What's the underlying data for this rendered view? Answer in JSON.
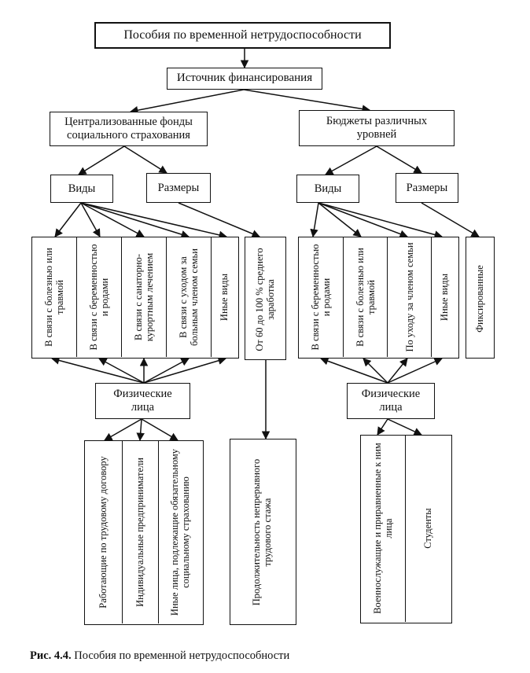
{
  "title": "Пособия по временной нетрудоспособности",
  "source": "Источник финансирования",
  "left_branch": {
    "header": "Централизованные фонды социального страхования",
    "types_label": "Виды",
    "sizes_label": "Размеры",
    "types": [
      "В связи с болезнью или травмой",
      "В связи с беременностью и родами",
      "В связи с санаторно-курортным лечением",
      "В связи с уходом за больным членом семьи",
      "Иные виды"
    ],
    "size_value": "От 60 до 100 % среднего заработка",
    "persons": "Физические лица",
    "person_types": [
      "Работающие по трудовому договору",
      "Индивидуальные предприниматели",
      "Иные лица, подлежащие обязательному социальному страхованию"
    ],
    "duration": "Продолжительность непрерывного трудового стажа"
  },
  "right_branch": {
    "header": "Бюджеты различных уровней",
    "types_label": "Виды",
    "sizes_label": "Размеры",
    "types": [
      "В связи с беременностью и родами",
      "В связи с болезнью или травмой",
      "По уходу за членом семьи",
      "Иные виды"
    ],
    "size_value": "Фиксированные",
    "persons": "Физические лица",
    "person_types": [
      "Военнослужащие и приравненные к ним лица",
      "Студенты"
    ]
  },
  "caption": {
    "label": "Рис. 4.4.",
    "text": " Пособия по временной нетрудоспособности"
  }
}
